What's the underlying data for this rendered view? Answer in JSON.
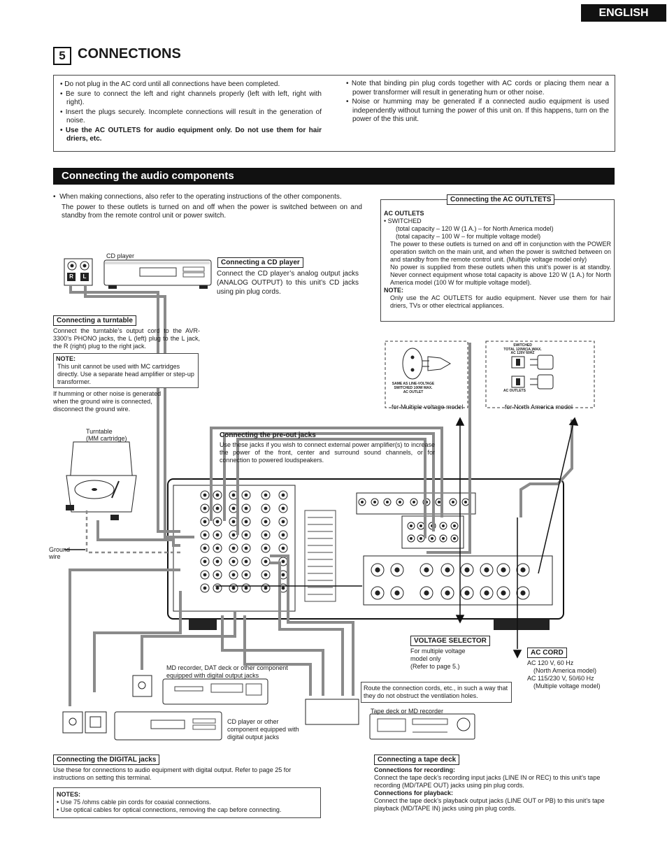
{
  "header": {
    "language_tab": "ENGLISH",
    "section_number": "5",
    "section_title": "CONNECTIONS"
  },
  "warnings": {
    "left": [
      "Do not plug in the AC cord until all connections have been completed.",
      "Be sure to connect the left and right channels properly (left with left, right with right).",
      "Insert the plugs securely. Incomplete connections will result in the generation of noise.",
      "Use the AC OUTLETS for audio equipment only. Do not use them for hair driers, etc."
    ],
    "right": [
      "Note that binding pin plug cords together with AC cords or placing them near a power transformer will result in generating hum or other noise.",
      "Noise or humming may be generated if a connected audio equipment is used independently without turning the power of this unit on. If this happens, turn on the power of the this unit."
    ]
  },
  "subsection": {
    "title": "Connecting the audio components"
  },
  "intro": {
    "line1": "When making connections, also refer to the operating instructions of the other components.",
    "line2": "The power to these outlets is turned on and off when the power is switched between on and standby from the remote control unit or power switch."
  },
  "cd": {
    "device_label": "CD player",
    "heading": "Connecting a CD player",
    "text": "Connect the CD player’s analog output jacks (ANALOG OUTPUT) to this unit’s CD jacks using pin plug cords."
  },
  "turntable": {
    "heading": "Connecting a turntable",
    "text": "Connect the turntable’s output cord to the AVR-3300’s PHONO jacks, the L (left) plug to the L jack, the R (right) plug to the right jack.",
    "note_title": "NOTE:",
    "note": "This unit cannot be used with MC cartridges directly. Use a separate head amplifier or step-up transformer.",
    "hum": "If humming or other noise is generated when the ground wire is connected, disconnect the ground wire.",
    "device_label_1": "Turntable",
    "device_label_2": "(MM cartridge)",
    "ground_1": "Ground",
    "ground_2": "wire"
  },
  "ac_outlets": {
    "heading": "Connecting the AC OUTLTETS",
    "title": "AC OUTLETS",
    "switched": "SWITCHED",
    "cap1": "(total capacity – 120 W (1 A.) – for North America model)",
    "cap2": "(total capacity – 100 W – for multiple voltage model)",
    "p1": "The power to these outlets is turned on and off in conjunction with the POWER operation switch on the main unit, and when the power is switched between on and standby from the remote control unit. (Multiple voltage model only)",
    "p2": "No power is supplied from these outlets when this unit’s power is at standby. Never connect equipment whose total capacity is above 120 W (1 A.) for North America model (100 W for multiple voltage model).",
    "note_title": "NOTE:",
    "note": "Only use the AC OUTLETS for audio equipment. Never use them for hair driers, TVs or other electrical appliances.",
    "multi_caption": "for Multiple voltage model",
    "na_caption": "for North America model",
    "multi_tiny_1": "SAME AS LINE-VOLTAGE",
    "multi_tiny_2": "SWITCHED 100W MAX.",
    "multi_tiny_3": "AC OUTLET",
    "na_tiny_1": "SWITCHED",
    "na_tiny_2": "TOTAL 120W(1A.)MAX.",
    "na_tiny_3": "AC 120V 60HZ",
    "na_tiny_4": "AC OUTLETS"
  },
  "preout": {
    "heading": "Connecting the pre-out jacks",
    "text": "Use these jacks if you wish to connect external power amplifier(s) to increase the power of the front, center and surround sound channels, or for connection to powered loudspeakers."
  },
  "voltage": {
    "heading": "VOLTAGE SELECTOR",
    "text1": "For multiple voltage",
    "text2": "model only",
    "text3": "(Refer to page 5.)"
  },
  "ac_cord": {
    "heading": "AC CORD",
    "l1": "AC 120 V, 60 Hz",
    "l2": "(North America model)",
    "l3": "AC 115/230 V, 50/60 Hz",
    "l4": "(Multiple voltage model)"
  },
  "ventilation": {
    "text": "Route the connection cords, etc., in such a way that they do not obstruct the ventilation holes."
  },
  "md_label": "MD recorder, DAT deck or other component equipped with digital output jacks",
  "cd2_label": "CD player or other component equipped with digital output jacks",
  "tape_label": "Tape deck or MD recorder",
  "digital": {
    "heading": "Connecting the DIGITAL jacks",
    "text": "Use these for connections to audio equipment with digital output. Refer to page 25 for instructions on setting this terminal.",
    "notes_title": "NOTES:",
    "note1": "Use 75    /ohms cable pin cords for coaxial connections.",
    "note2": "Use optical cables for optical connections, removing the cap before connecting."
  },
  "tape": {
    "heading": "Connecting a tape deck",
    "rec_title": "Connections for recording:",
    "rec_text": "Connect the tape deck’s recording input jacks (LINE IN or REC) to this unit’s tape recording (MD/TAPE OUT) jacks using pin plug cords.",
    "play_title": "Connections for playback:",
    "play_text": "Connect the tape deck’s playback output jacks (LINE OUT or PB) to this unit’s tape playback (MD/TAPE IN) jacks using pin plug cords."
  },
  "plug_letters": {
    "r": "R",
    "l": "L"
  }
}
